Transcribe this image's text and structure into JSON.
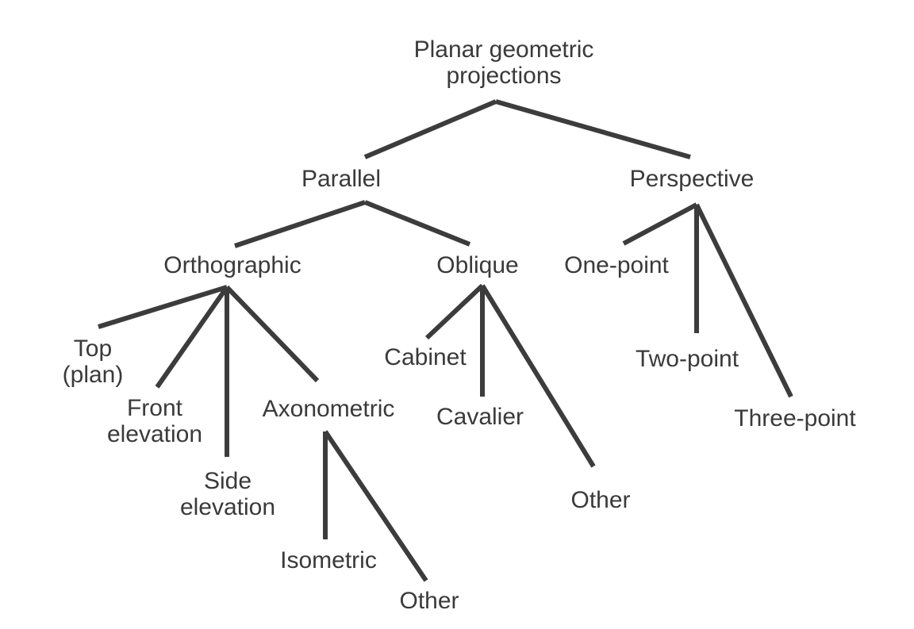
{
  "nodes": {
    "root": [
      "Planar geometric",
      "projections"
    ],
    "parallel": [
      "Parallel"
    ],
    "perspective": [
      "Perspective"
    ],
    "orthographic": [
      "Orthographic"
    ],
    "oblique": [
      "Oblique"
    ],
    "one_point": [
      "One-point"
    ],
    "two_point": [
      "Two-point"
    ],
    "three_point": [
      "Three-point"
    ],
    "top_plan": [
      "Top",
      "(plan)"
    ],
    "front_elevation": [
      "Front",
      "elevation"
    ],
    "side_elevation": [
      "Side",
      "elevation"
    ],
    "axonometric": [
      "Axonometric"
    ],
    "isometric": [
      "Isometric"
    ],
    "axonometric_other": [
      "Other"
    ],
    "cabinet": [
      "Cabinet"
    ],
    "cavalier": [
      "Cavalier"
    ],
    "oblique_other": [
      "Other"
    ]
  },
  "edges": [
    [
      "root",
      "parallel"
    ],
    [
      "root",
      "perspective"
    ],
    [
      "parallel",
      "orthographic"
    ],
    [
      "parallel",
      "oblique"
    ],
    [
      "perspective",
      "one_point"
    ],
    [
      "perspective",
      "two_point"
    ],
    [
      "perspective",
      "three_point"
    ],
    [
      "orthographic",
      "top_plan"
    ],
    [
      "orthographic",
      "front_elevation"
    ],
    [
      "orthographic",
      "side_elevation"
    ],
    [
      "orthographic",
      "axonometric"
    ],
    [
      "axonometric",
      "isometric"
    ],
    [
      "axonometric",
      "axonometric_other"
    ],
    [
      "oblique",
      "cabinet"
    ],
    [
      "oblique",
      "cavalier"
    ],
    [
      "oblique",
      "oblique_other"
    ]
  ]
}
